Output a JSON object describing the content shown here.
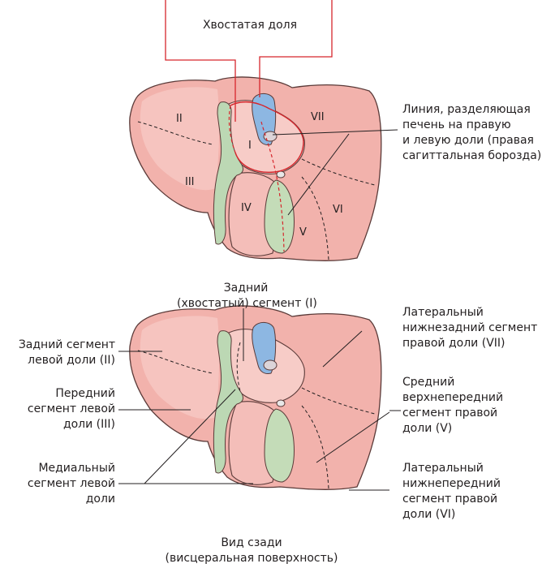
{
  "colors": {
    "liver": "#f2b2ac",
    "liver_light": "#f8d0cb",
    "liver_outline": "#5a3a38",
    "vessel_green": "#bcd8b4",
    "vena_cava_blue": "#8db7e2",
    "caudate_line_red": "#d6262c",
    "leader_black": "#231f20"
  },
  "top": {
    "caudate_lobe_label": "Хвостатая доля",
    "dividing_line_label": [
      "Линия, разделяющая",
      "печень на правую",
      "и левую доли (правая",
      "сагиттальная борозда)"
    ],
    "segments": [
      "II",
      "III",
      "I",
      "IV",
      "V",
      "VI",
      "VII"
    ]
  },
  "bottom": {
    "posterior_caudate_label": [
      "Задний",
      "(хвостатый) сегмент (I)"
    ],
    "left_posterior_label": [
      "Задний сегмент",
      "левой доли (II)"
    ],
    "left_anterior_label": [
      "Передний",
      "сегмент левой",
      "доли (III)"
    ],
    "medial_label": [
      "Медиальный",
      "сегмент левой",
      "доли"
    ],
    "right_lateral_posterior_label": [
      "Латеральный",
      "нижнезадний сегмент",
      "правой доли (VII)"
    ],
    "right_middle_label": [
      "Средний",
      "верхнепередний",
      "сегмент правой",
      "доли (V)"
    ],
    "right_lateral_anterior_label": [
      "Латеральный",
      "нижнепередний",
      "сегмент правой",
      "доли (VI)"
    ],
    "caption": [
      "Вид сзади",
      "(висцеральная поверхность)"
    ]
  }
}
